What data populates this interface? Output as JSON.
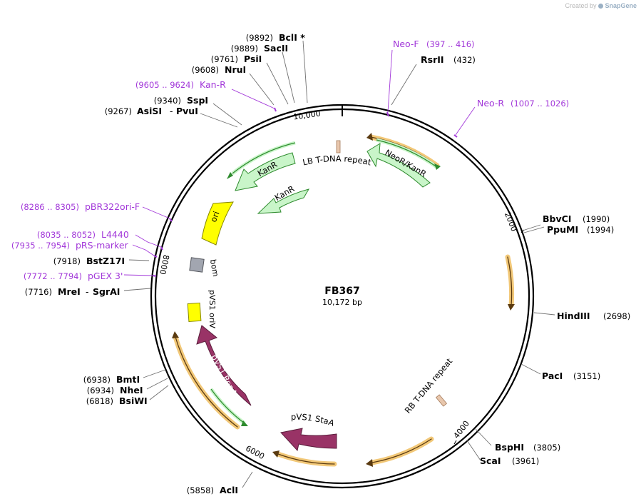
{
  "credit": {
    "prefix": "Created by",
    "brand": "SnapGene"
  },
  "plasmid": {
    "name": "FB367",
    "length_label": "10,172 bp",
    "length_bp": 10172
  },
  "ticks": [
    {
      "label": "10,000"
    },
    {
      "label": "2000"
    },
    {
      "label": "4000"
    },
    {
      "label": "6000"
    },
    {
      "label": "8000"
    }
  ],
  "sites": [
    {
      "id": "bcli",
      "pos": "(9892)",
      "name": "BclI *",
      "kind": "enzyme"
    },
    {
      "id": "sacii",
      "pos": "(9889)",
      "name": "SacII",
      "kind": "enzyme"
    },
    {
      "id": "psii",
      "pos": "(9761)",
      "name": "PsiI",
      "kind": "enzyme"
    },
    {
      "id": "nrui",
      "pos": "(9608)",
      "name": "NruI",
      "kind": "enzyme"
    },
    {
      "id": "kanr-primer",
      "pos": "(9605 .. 9624)",
      "name": "Kan-R",
      "kind": "primer"
    },
    {
      "id": "sspi",
      "pos": "(9340)",
      "name": "SspI",
      "kind": "enzyme"
    },
    {
      "id": "asisi-pvui",
      "pos": "(9267)",
      "name": "AsiSI",
      "name2": "PvuI",
      "kind": "enzyme"
    },
    {
      "id": "neof-primer",
      "pos": "(397 .. 416)",
      "name": "Neo-F",
      "kind": "primer"
    },
    {
      "id": "rsrii",
      "pos": "(432)",
      "name": "RsrII",
      "kind": "enzyme"
    },
    {
      "id": "neor-primer",
      "pos": "(1007 .. 1026)",
      "name": "Neo-R",
      "kind": "primer"
    },
    {
      "id": "bbvci",
      "pos": "(1990)",
      "name": "BbvCI",
      "kind": "enzyme"
    },
    {
      "id": "ppumi",
      "pos": "(1994)",
      "name": "PpuMI",
      "kind": "enzyme"
    },
    {
      "id": "hindiii",
      "pos": "(2698)",
      "name": "HindIII",
      "kind": "enzyme"
    },
    {
      "id": "paci",
      "pos": "(3151)",
      "name": "PacI",
      "kind": "enzyme"
    },
    {
      "id": "bsphi",
      "pos": "(3805)",
      "name": "BspHI",
      "kind": "enzyme"
    },
    {
      "id": "scai",
      "pos": "(3961)",
      "name": "ScaI",
      "kind": "enzyme"
    },
    {
      "id": "acli",
      "pos": "(5858)",
      "name": "AclI",
      "kind": "enzyme"
    },
    {
      "id": "bmti",
      "pos": "(6938)",
      "name": "BmtI",
      "kind": "enzyme"
    },
    {
      "id": "nhei",
      "pos": "(6934)",
      "name": "NheI",
      "kind": "enzyme"
    },
    {
      "id": "bsiwi",
      "pos": "(6818)",
      "name": "BsiWI",
      "kind": "enzyme"
    },
    {
      "id": "pbr322ori-primer",
      "pos": "(8286 .. 8305)",
      "name": "pBR322ori-F",
      "kind": "primer"
    },
    {
      "id": "l4440-primer",
      "pos": "(8035 .. 8052)",
      "name": "L4440",
      "kind": "primer"
    },
    {
      "id": "prs-marker-primer",
      "pos": "(7935 .. 7954)",
      "name": "pRS-marker",
      "kind": "primer"
    },
    {
      "id": "bstz17i",
      "pos": "(7918)",
      "name": "BstZ17I",
      "kind": "enzyme"
    },
    {
      "id": "pgex3-primer",
      "pos": "(7772 .. 7794)",
      "name": "pGEX 3'",
      "kind": "primer"
    },
    {
      "id": "srgai-mrei",
      "pos": "(7716)",
      "name": "MreI",
      "name2": "SgrAI",
      "kind": "enzyme"
    }
  ],
  "features": [
    {
      "id": "neor-kanr",
      "label": "NeoR/KanR",
      "color": "#c9f5c9"
    },
    {
      "id": "lb-repeat",
      "label": "LB T-DNA repeat",
      "color": "#e8c7ad"
    },
    {
      "id": "kanr-outer",
      "label": "KanR",
      "color": "#c9f5c9"
    },
    {
      "id": "kanr-inner",
      "label": "KanR",
      "color": "#c9f5c9"
    },
    {
      "id": "ori",
      "label": "ori",
      "color": "#ffff00"
    },
    {
      "id": "bom",
      "label": "bom",
      "color": "#a2a6b0"
    },
    {
      "id": "pvs1-oriv",
      "label": "pVS1 oriV",
      "color": "#ffff00"
    },
    {
      "id": "pvs1-repa",
      "label": "pVS1 RepA",
      "color": "#993366"
    },
    {
      "id": "pvs1-staa",
      "label": "pVS1 StaA",
      "color": "#993366"
    },
    {
      "id": "rb-repeat",
      "label": "RB T-DNA repeat",
      "color": "#e8c7ad"
    }
  ],
  "colors": {
    "primer": "#a238d9",
    "enzyme": "#000000",
    "orf": "#f2c878",
    "backbone": "#000000"
  }
}
